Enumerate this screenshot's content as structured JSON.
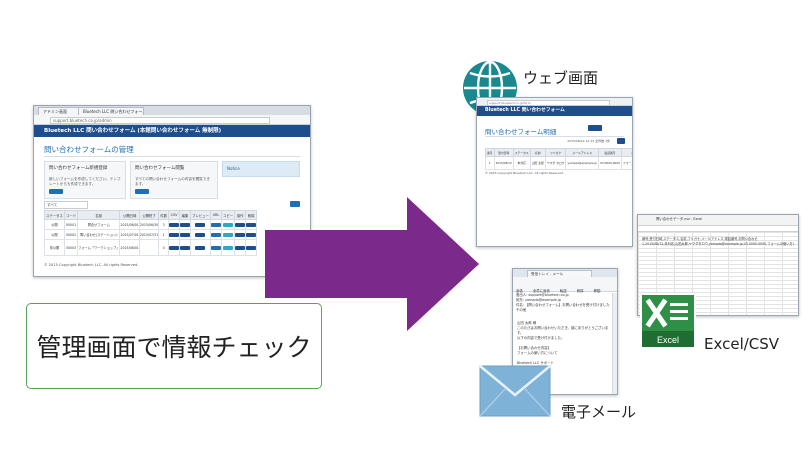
{
  "caption": "管理画面で情報チェック",
  "labels": {
    "web": "ウェブ画面",
    "excel": "Excel/CSV",
    "mail": "電子メール"
  },
  "colors": {
    "arrow": "#7b2a8c",
    "caption_border": "#5aa35a",
    "site_header": "#1f4e8c",
    "accent": "#1f6fb2",
    "globe": "#19888f",
    "excel": "#2f8f46",
    "envelope": "#7fb2d7"
  },
  "icons": {
    "web": "globe-icon",
    "excel": "excel-icon",
    "mail": "envelope-icon"
  },
  "admin": {
    "tabs": [
      "アドミン画面",
      "Bluetech LLC 問い合わせフォーム"
    ],
    "url": "support.bluetech.co.jp/admin",
    "header": "Bluetech LLC 問い合わせフォーム (本館問い合わせフォーム 無制限)",
    "page_title": "問い合わせフォームの管理",
    "card1_title": "問い合わせフォーム新規登録",
    "card1_text": "新しいフォームを作成してください。テンプレートからも作成できます。",
    "card2_title": "問い合わせフォーム閲覧",
    "card2_text": "すべての問い合わせフォームの内容を閲覧できます。",
    "notice": "Notice",
    "filter": "すべて",
    "table_headers": [
      "ステータス",
      "コード",
      "名前",
      "公開日時",
      "公開終了",
      "件数",
      "CSV",
      "編集",
      "プレビュー",
      "URL",
      "コピー",
      "操作",
      "削除"
    ],
    "rows": [
      [
        "公開",
        "00001",
        "問合せフォーム",
        "2015/06/01",
        "2015/06/30",
        "3"
      ],
      [
        "公開",
        "00002",
        "問い合わせ(ステーション)",
        "2015/07/01",
        "2015/07/31",
        "1"
      ],
      [
        "非公開",
        "00003",
        "フォーム「ワークショップ」",
        "2015/08/01",
        "",
        "0"
      ]
    ],
    "footer": "© 2015 Copyright Bluetech LLC. All rights Reserved."
  },
  "web_page": {
    "url": "support.bluetech.co.jp/form",
    "header": "Bluetech LLC 問い合わせフォーム",
    "title": "問い合わせフォーム明細",
    "meta": "2015/08/12 12:13 全件数 1件",
    "table_headers": [
      "番号",
      "受付日時",
      "ステータス",
      "名前",
      "フリガナ",
      "メールアドレス",
      "電話番号",
      "お問い合わせ"
    ],
    "rows": [
      [
        "1",
        "2015/08/12",
        "未対応",
        "山田 太郎",
        "ヤマダ タロウ",
        "yamada@example.jp",
        "03-0000-0000",
        "フォームの使い方について"
      ]
    ],
    "footer": "© 2015 Copyright Bluetech LLC. All rights Reserved."
  },
  "excel": {
    "title": "問い合わせデータ.csv - Excel",
    "cells": [
      "番号,受付日時,ステータス,名前,フリガナ,メールアドレス,電話番号,お問い合わせ",
      "1,2015/08/12,未対応,山田太郎,ヤマダタロウ,yamada@example.jp,03-0000-0000,フォームの使い方について"
    ]
  },
  "mail": {
    "tab": "受信トレイ - メール",
    "toolbar": [
      "返信",
      "全員に返信",
      "転送",
      "削除",
      "移動",
      "その他"
    ],
    "header_lines": [
      "差出人: support@bluetech.co.jp",
      "宛先: yamada@example.jp",
      "件名: 【問い合わせフォーム】お問い合わせを受け付けました"
    ],
    "body_lines": [
      "山田 太郎 様",
      "このたびはお問い合わせいただき、誠にありがとうございます。",
      "以下の内容で受け付けました。",
      "",
      "【お問い合わせ内容】",
      "フォームの使い方について",
      "",
      "Bluetech LLC サポート"
    ]
  }
}
